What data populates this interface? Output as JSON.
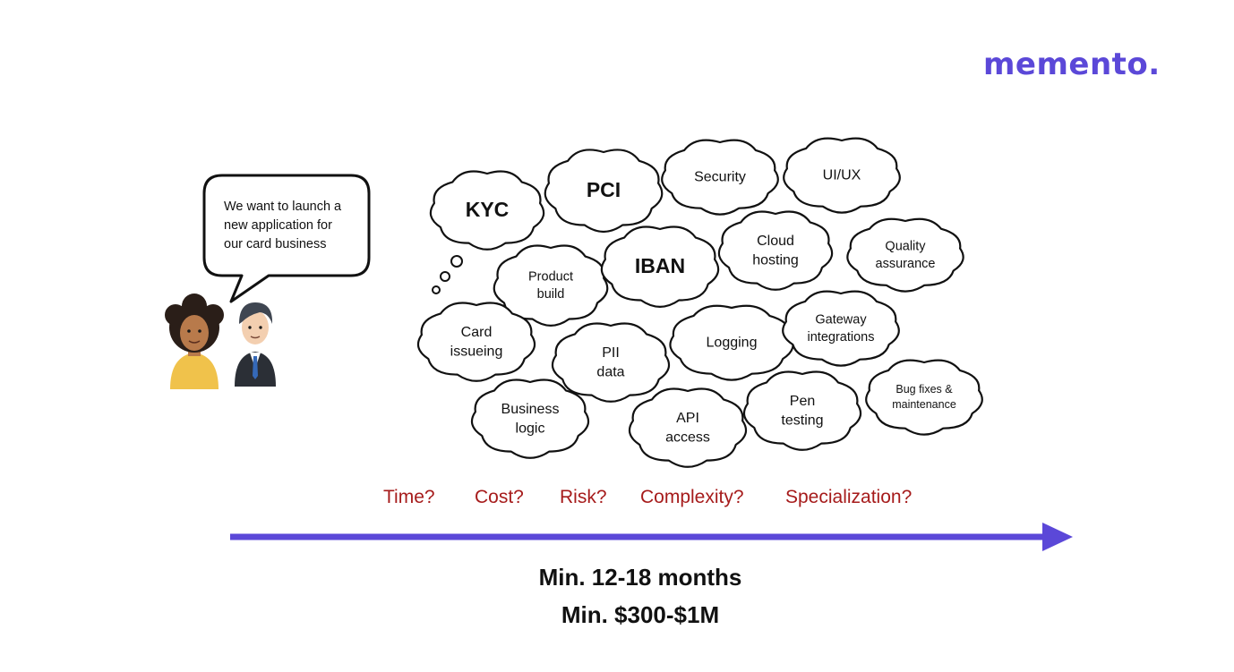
{
  "brand": {
    "logo_text": "memento",
    "logo_dot": ".",
    "color": "#5b48d8"
  },
  "speech_bubble": {
    "lines": [
      "We want to launch a",
      "new application for",
      "our card business"
    ]
  },
  "people": [
    {
      "name_icon": "woman-avatar-icon"
    },
    {
      "name_icon": "businessman-avatar-icon"
    }
  ],
  "clouds": [
    {
      "id": "kyc",
      "lines": [
        "KYC"
      ],
      "emphasis": "large"
    },
    {
      "id": "pci",
      "lines": [
        "PCI"
      ],
      "emphasis": "large"
    },
    {
      "id": "security",
      "lines": [
        "Security"
      ],
      "emphasis": "normal"
    },
    {
      "id": "ui-ux",
      "lines": [
        "UI/UX"
      ],
      "emphasis": "normal"
    },
    {
      "id": "product-build",
      "lines": [
        "Product",
        "build"
      ],
      "emphasis": "small"
    },
    {
      "id": "iban",
      "lines": [
        "IBAN"
      ],
      "emphasis": "large"
    },
    {
      "id": "cloud-hosting",
      "lines": [
        "Cloud",
        "hosting"
      ],
      "emphasis": "normal"
    },
    {
      "id": "quality-assurance",
      "lines": [
        "Quality",
        "assurance"
      ],
      "emphasis": "small"
    },
    {
      "id": "card-issueing",
      "lines": [
        "Card",
        "issueing"
      ],
      "emphasis": "normal"
    },
    {
      "id": "pii-data",
      "lines": [
        "PII",
        "data"
      ],
      "emphasis": "normal"
    },
    {
      "id": "logging",
      "lines": [
        "Logging"
      ],
      "emphasis": "normal"
    },
    {
      "id": "gateway-integrations",
      "lines": [
        "Gateway",
        "integrations"
      ],
      "emphasis": "small"
    },
    {
      "id": "business-logic",
      "lines": [
        "Business",
        "logic"
      ],
      "emphasis": "normal"
    },
    {
      "id": "api-access",
      "lines": [
        "API",
        "access"
      ],
      "emphasis": "normal"
    },
    {
      "id": "pen-testing",
      "lines": [
        "Pen",
        "testing"
      ],
      "emphasis": "normal"
    },
    {
      "id": "bug-fixes-maintenance",
      "lines": [
        "Bug fixes &",
        "maintenance"
      ],
      "emphasis": "tiny"
    }
  ],
  "questions": [
    "Time?",
    "Cost?",
    "Risk?",
    "Complexity?",
    "Specialization?"
  ],
  "question_color": "#a61b1b",
  "arrow_color": "#5b48d8",
  "results": [
    "Min. 12-18 months",
    "Min. $300-$1M"
  ]
}
